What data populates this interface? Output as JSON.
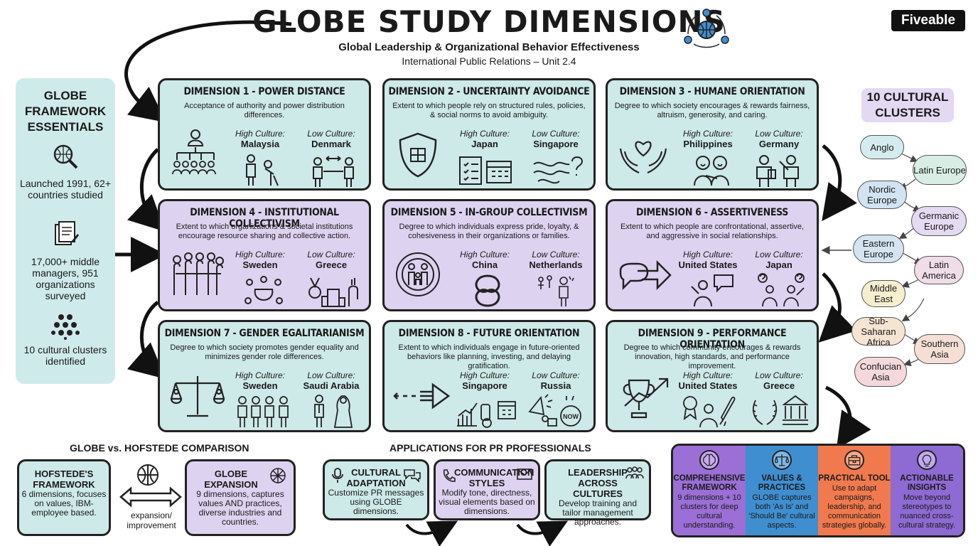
{
  "header": {
    "title": "GLOBE STUDY DIMENSIONS",
    "subtitle": "Global Leadership & Organizational Behavior Effectiveness",
    "course": "International Public Relations – Unit 2.4",
    "logo": "Fiveable"
  },
  "sidebar": {
    "title_line1": "GLOBE",
    "title_line2": "FRAMEWORK",
    "title_line3": "ESSENTIALS",
    "fact1": "Launched 1991, 62+ countries studied",
    "fact2": "17,000+ middle managers, 951 organizations surveyed",
    "fact3": "10 cultural clusters identified"
  },
  "labels": {
    "high": "High Culture:",
    "low": "Low Culture:"
  },
  "dimensions": [
    {
      "title": "DIMENSION 1 - POWER DISTANCE",
      "desc": "Acceptance of authority and power distribution differences.",
      "high": "Malaysia",
      "low": "Denmark"
    },
    {
      "title": "DIMENSION 2 - UNCERTAINTY AVOIDANCE",
      "desc": "Extent to which people rely on structured rules, policies, & social norms to avoid ambiguity.",
      "high": "Japan",
      "low": "Singapore"
    },
    {
      "title": "DIMENSION 3 - HUMANE ORIENTATION",
      "desc": "Degree to which society encourages & rewards fairness, altruism, generosity, and caring.",
      "high": "Philippines",
      "low": "Germany"
    },
    {
      "title": "DIMENSION 4 - INSTITUTIONAL COLLECTIVISM",
      "desc": "Extent to which organizations & societal institutions encourage resource sharing and collective action.",
      "high": "Sweden",
      "low": "Greece"
    },
    {
      "title": "DIMENSION 5 - IN-GROUP COLLECTIVISM",
      "desc": "Degree to which individuals express pride, loyalty, & cohesiveness in their organizations or families.",
      "high": "China",
      "low": "Netherlands"
    },
    {
      "title": "DIMENSION 6 - ASSERTIVENESS",
      "desc": "Extent to which people are confrontational, assertive, and aggressive in social relationships.",
      "high": "United States",
      "low": "Japan"
    },
    {
      "title": "DIMENSION 7 - GENDER EGALITARIANISM",
      "desc": "Degree to which society promotes gender equality and minimizes gender role differences.",
      "high": "Sweden",
      "low": "Saudi Arabia"
    },
    {
      "title": "DIMENSION 8 - FUTURE ORIENTATION",
      "desc": "Extent to which individuals engage in future-oriented behaviors like planning, investing, and delaying gratification.",
      "high": "Singapore",
      "low": "Russia"
    },
    {
      "title": "DIMENSION 9 - PERFORMANCE ORIENTATION",
      "desc": "Degree to which community encourages & rewards innovation, high standards, and performance improvement.",
      "high": "United States",
      "low": "Greece"
    }
  ],
  "clusters": {
    "title_line1": "10 CULTURAL",
    "title_line2": "CLUSTERS",
    "items": [
      "Anglo",
      "Latin Europe",
      "Nordic Europe",
      "Germanic Europe",
      "Eastern Europe",
      "Latin America",
      "Middle East",
      "Sub-Saharan Africa",
      "Southern Asia",
      "Confucian Asia"
    ]
  },
  "comparison": {
    "title": "GLOBE vs. HOFSTEDE COMPARISON",
    "hofstede_title": "HOFSTEDE'S FRAMEWORK",
    "hofstede_text": "6 dimensions, focuses on values, IBM-employee based.",
    "arrow_label": "expansion/ improvement",
    "globe_title": "GLOBE EXPANSION",
    "globe_text": "9 dimensions, captures values AND practices, diverse industries and countries."
  },
  "applications": {
    "title": "APPLICATIONS FOR PR PROFESSIONALS",
    "items": [
      {
        "title": "CULTURAL ADAPTATION",
        "text": "Customize PR messages using GLOBE dimensions."
      },
      {
        "title": "COMMUNICATION STYLES",
        "text": "Modify tone, directness, visual elements based on dimensions."
      },
      {
        "title": "LEADERSHIP ACROSS CULTURES",
        "text": "Develop training and tailor management approaches."
      }
    ]
  },
  "summary": [
    {
      "title": "COMPREHENSIVE FRAMEWORK",
      "text": "9 dimensions + 10 clusters for deep cultural understanding.",
      "color": "#9b6fd6"
    },
    {
      "title": "VALUES & PRACTICES",
      "text": "GLOBE captures both 'As Is' and 'Should Be' cultural aspects.",
      "color": "#3f8fd0"
    },
    {
      "title": "PRACTICAL TOOL",
      "text": "Use to adapt campaigns, leadership, and communication strategies globally.",
      "color": "#f07a4e"
    },
    {
      "title": "ACTIONABLE INSIGHTS",
      "text": "Move beyond stereotypes to nuanced cross-cultural strategy.",
      "color": "#8e6ad3"
    }
  ]
}
